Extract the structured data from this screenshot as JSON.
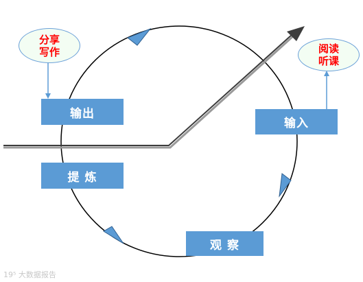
{
  "boxes": {
    "output": "输出",
    "input": "输入",
    "refine": "提 炼",
    "observe": "观 察"
  },
  "bubbles": {
    "share": {
      "line1": "分享",
      "line2": "写作"
    },
    "read": {
      "line1": "阅读",
      "line2": "听课"
    }
  },
  "watermark": "19⁵ 大数据报告",
  "colors": {
    "box_fill": "#5b9bd5",
    "bubble_text": "#ff0000",
    "bubble_fill": "#f3fdf3",
    "cycle_arrow": "#5b9bd5",
    "main_arrow": "#404040"
  }
}
